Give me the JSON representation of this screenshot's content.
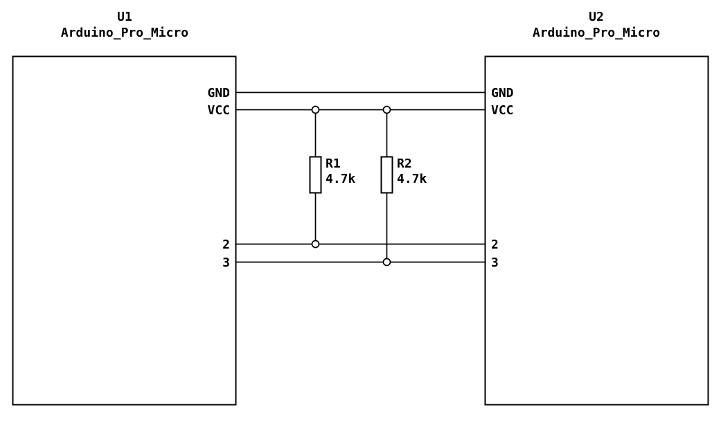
{
  "schematic": {
    "background_color": "#ffffff",
    "line_color": "#000000",
    "u1": {
      "ref": "U1",
      "value": "Arduino_Pro_Micro",
      "pins": [
        {
          "name": "GND"
        },
        {
          "name": "VCC"
        },
        {
          "name": "2"
        },
        {
          "name": "3"
        }
      ]
    },
    "u2": {
      "ref": "U2",
      "value": "Arduino_Pro_Micro",
      "pins": [
        {
          "name": "GND"
        },
        {
          "name": "VCC"
        },
        {
          "name": "2"
        },
        {
          "name": "3"
        }
      ]
    },
    "r1": {
      "ref": "R1",
      "value": "4.7k"
    },
    "r2": {
      "ref": "R2",
      "value": "4.7k"
    }
  }
}
